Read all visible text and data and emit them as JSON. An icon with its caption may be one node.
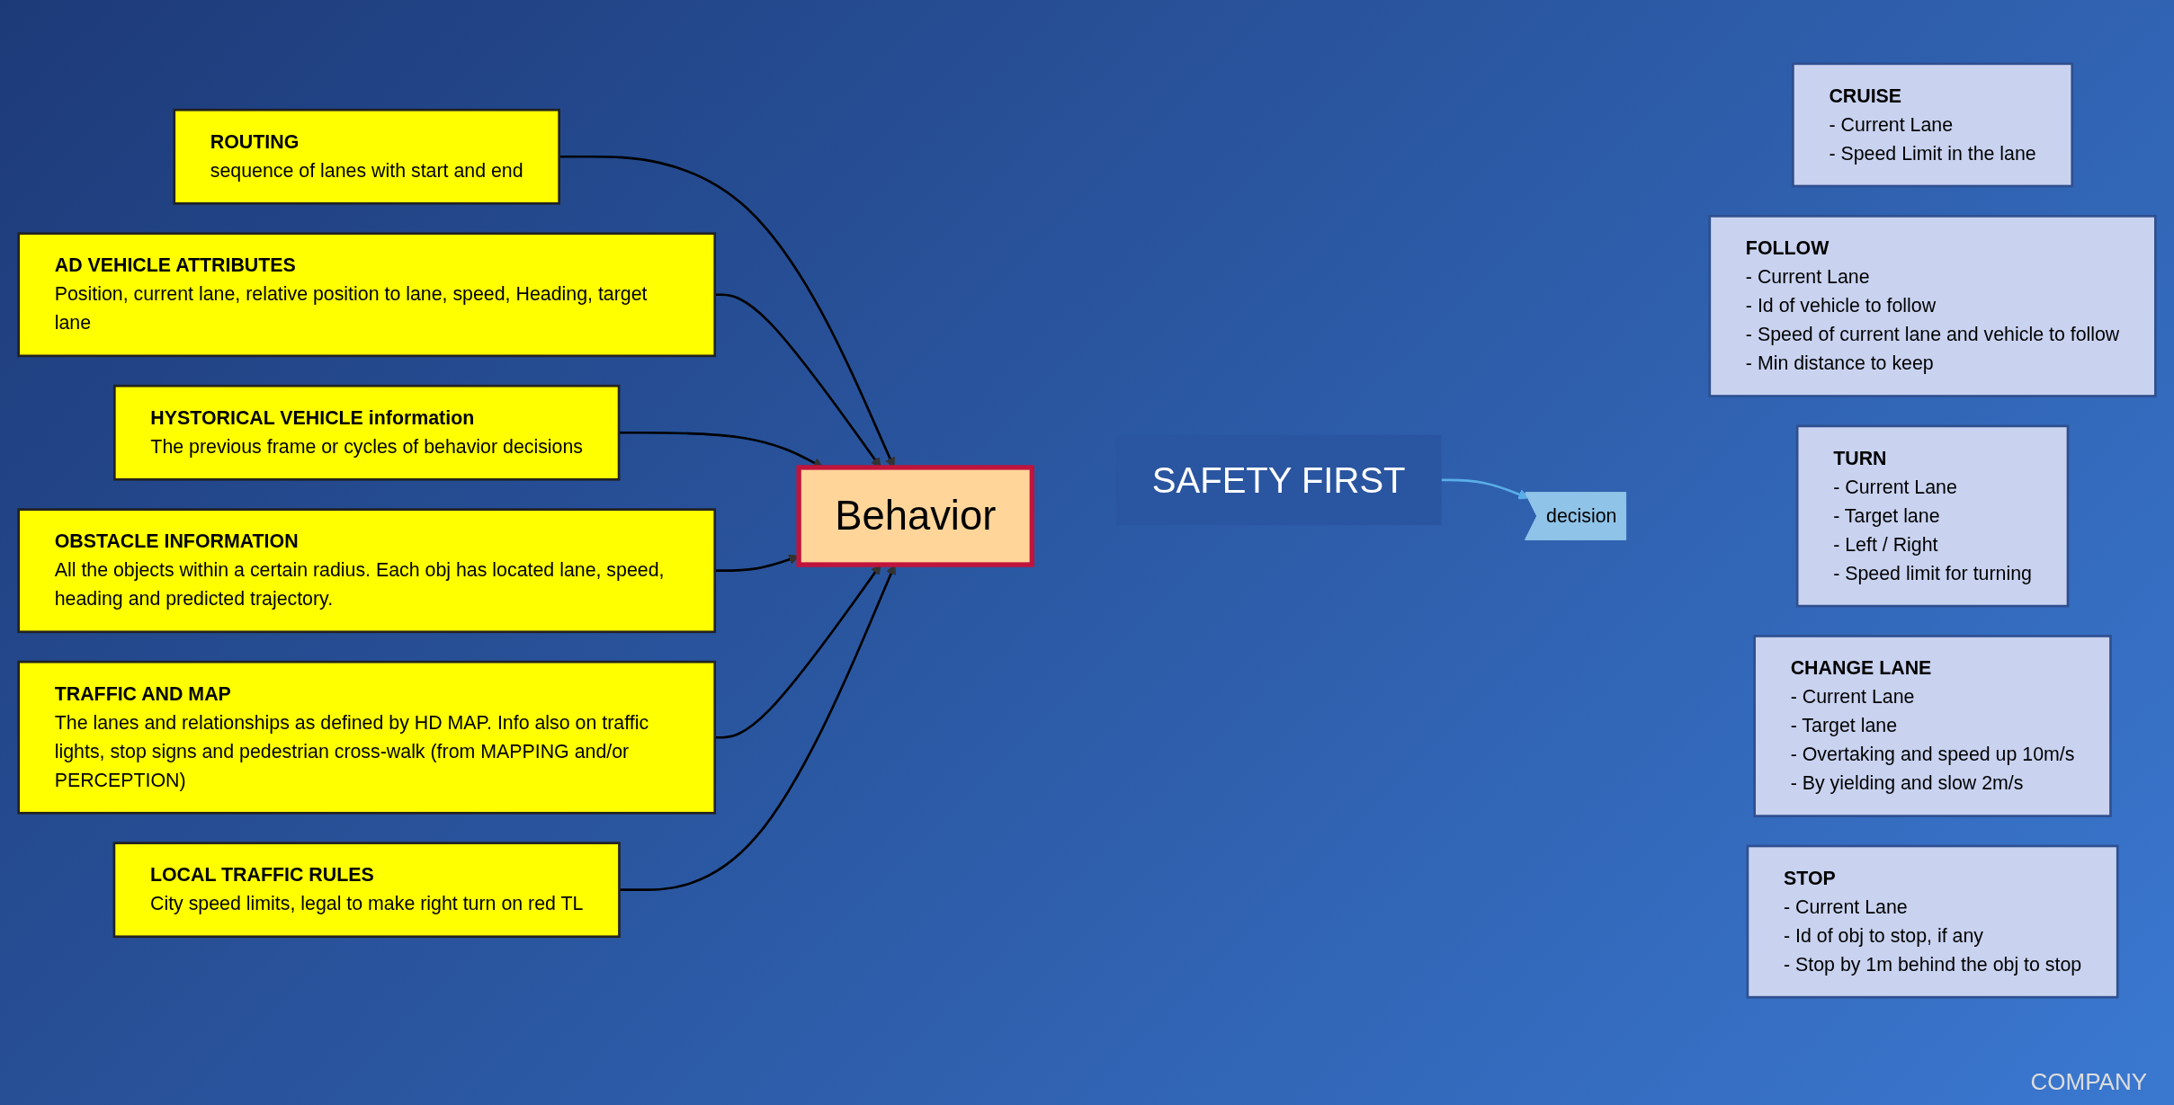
{
  "diagram": {
    "nodes": [
      {
        "text": [
          "ROUTING",
          "sequence of lanes with start and end"
        ]
      },
      {
        "text": [
          "AD VEHICLE ATTRIBUTES",
          "Position, current lane, relative position to lane, speed, Heading, target lane"
        ]
      },
      {
        "text": [
          "HYSTORICAL VEHICLE information",
          "The previous frame or cycles of behavior decisions"
        ]
      },
      {
        "text": [
          "OBSTACLE INFORMATION",
          "All the objects within a certain radius. Each obj has located lane, speed, heading and predicted trajectory."
        ]
      },
      {
        "text": [
          "TRAFFIC AND MAP",
          "The lanes and relationships as defined by HD MAP. Info also on traffic lights, stop signs and pedestrian cross-walk (from MAPPING and/or PERCEPTION)"
        ]
      },
      {
        "text": [
          "LOCAL TRAFFIC RULES",
          "City speed limits, legal to make right turn on red TL"
        ]
      },
      {
        "text": [
          "Behavior"
        ]
      },
      {
        "text": [
          "decision"
        ]
      },
      {
        "text": [
          "SAFETY FIRST"
        ]
      },
      {
        "text": [
          "CRUISE",
          "- Current Lane",
          "- Speed Limit in the lane"
        ]
      },
      {
        "text": [
          "FOLLOW",
          "- Current Lane",
          "- Id of vehicle to follow",
          "- Speed of current lane and vehicle to follow",
          "- Min distance to keep"
        ]
      },
      {
        "text": [
          "TURN",
          "- Current Lane",
          "- Target lane",
          "- Left / Right",
          "- Speed limit for turning"
        ]
      },
      {
        "text": [
          "CHANGE LANE",
          "- Current Lane",
          "- Target lane",
          "- Overtaking and speed up 10m/s",
          "- By yielding and slow 2m/s"
        ]
      },
      {
        "text": [
          "STOP",
          "- Current Lane",
          "- Id of obj to stop, if any",
          "- Stop by 1m behind the obj to stop"
        ]
      }
    ],
    "edges": [
      {
        "from": 0,
        "to": 6,
        "arrow": "to"
      },
      {
        "from": 1,
        "to": 6,
        "arrow": "to"
      },
      {
        "from": 2,
        "to": 6,
        "arrow": "to"
      },
      {
        "from": 3,
        "to": 6,
        "arrow": "to"
      },
      {
        "from": 4,
        "to": 6,
        "arrow": "to"
      },
      {
        "from": 5,
        "to": 6,
        "arrow": "to"
      },
      {
        "from": 8,
        "to": 7,
        "arrow": "to",
        "color": "#5aaee8"
      }
    ],
    "labels": [
      "COMPANY"
    ]
  }
}
